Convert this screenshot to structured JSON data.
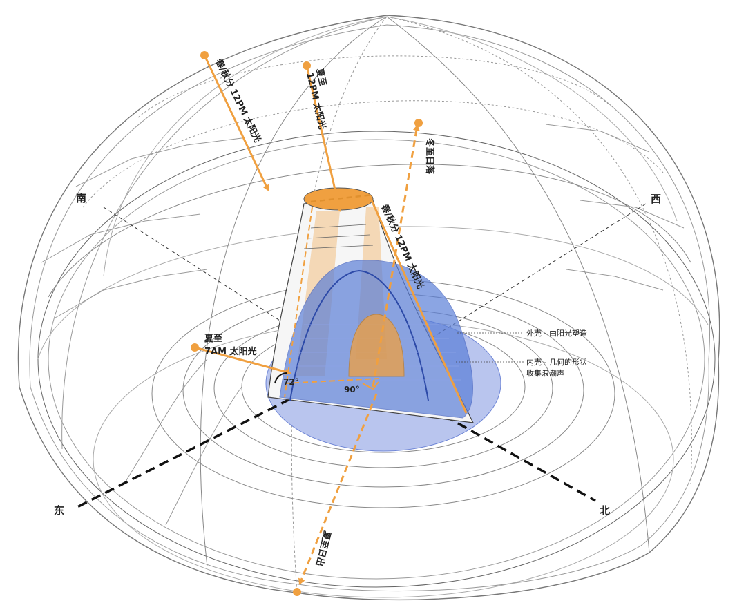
{
  "directions": {
    "south": "南",
    "west": "西",
    "east": "东",
    "north": "北"
  },
  "sun_paths": {
    "equinox_noon_left": "春/秋分 12PM 太阳光",
    "summer_noon_line1": "夏至",
    "summer_noon_line2": "12PM 太阳光",
    "winter_sunset": "冬至日落",
    "equinox_noon_right": "春/秋分 12PM 太阳光",
    "summer_7am_line1": "夏至",
    "summer_7am_line2": "7AM 太阳光",
    "summer_sunrise": "夏至日出"
  },
  "angles": {
    "incline": "72°",
    "right": "90°"
  },
  "annotations": {
    "outer_shell": "外壳 - 由阳光塑造",
    "inner_shell_line1": "内壳 - 几何的形状",
    "inner_shell_line2": "收集浪潮声"
  },
  "colors": {
    "sun_orange": "#F0A040",
    "inner_blue": "#5B7FD8",
    "base_blue": "#B9C5EE",
    "axis_black": "#111111",
    "dome_gray": "#777777"
  }
}
